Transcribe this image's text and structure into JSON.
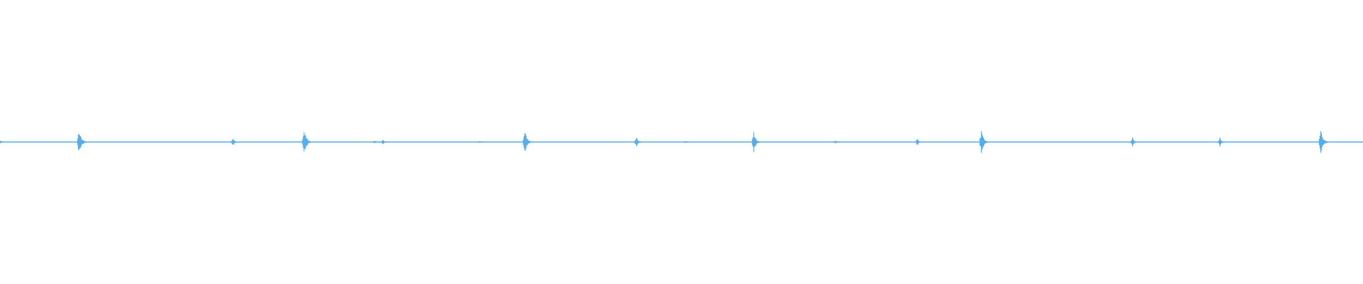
{
  "waveform": {
    "color": "#58ace8",
    "background": "#ffffff",
    "relative_duration": 1.0,
    "baseline_amplitude": 0.0,
    "events": [
      {
        "t": 0.0,
        "amp": 0.015
      },
      {
        "t": 0.058,
        "amp": 0.085
      },
      {
        "t": 0.171,
        "amp": 0.025
      },
      {
        "t": 0.223,
        "amp": 0.09
      },
      {
        "t": 0.275,
        "amp": 0.012
      },
      {
        "t": 0.281,
        "amp": 0.02
      },
      {
        "t": 0.352,
        "amp": 0.008
      },
      {
        "t": 0.385,
        "amp": 0.085
      },
      {
        "t": 0.467,
        "amp": 0.04
      },
      {
        "t": 0.503,
        "amp": 0.012
      },
      {
        "t": 0.553,
        "amp": 0.075
      },
      {
        "t": 0.613,
        "amp": 0.012
      },
      {
        "t": 0.673,
        "amp": 0.025
      },
      {
        "t": 0.72,
        "amp": 0.08
      },
      {
        "t": 0.831,
        "amp": 0.035
      },
      {
        "t": 0.895,
        "amp": 0.03
      },
      {
        "t": 0.969,
        "amp": 0.085
      }
    ]
  }
}
